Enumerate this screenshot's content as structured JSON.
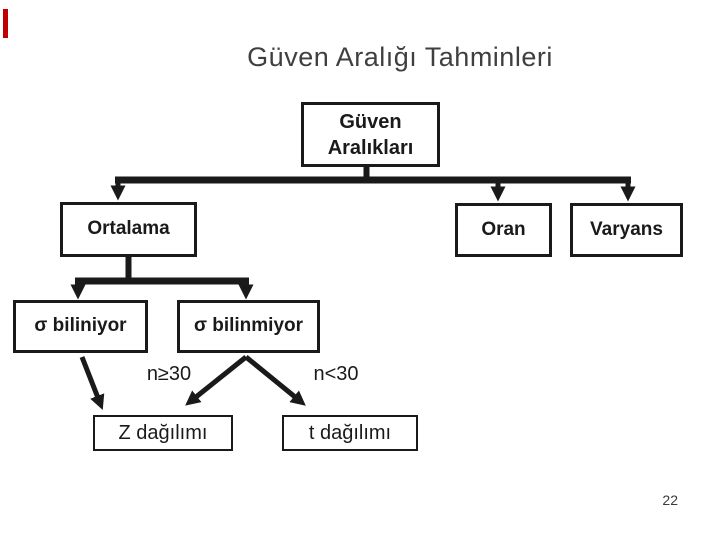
{
  "slide": {
    "title": "Güven Aralığı Tahminleri",
    "page_number": "22"
  },
  "diagram": {
    "root": {
      "line1": "Güven",
      "line2": "Aralıkları"
    },
    "nodes": {
      "ortalama": {
        "label": "Ortalama"
      },
      "oran": {
        "label": "Oran"
      },
      "varyans": {
        "label": "Varyans"
      },
      "sigma_biliniyor": {
        "label": "σ biliniyor"
      },
      "sigma_bilinmiyor": {
        "label": "σ bilinmiyor"
      },
      "z_dagilimi": {
        "label": "Z dağılımı"
      },
      "t_dagilimi": {
        "label": "t dağılımı"
      }
    },
    "conditions": {
      "n_ge_30": {
        "label": "n≥30"
      },
      "n_lt_30": {
        "label": "n<30"
      }
    }
  },
  "colors": {
    "line": "#1a1a1a",
    "title_text": "#3f3f3f",
    "accent": "#c00000"
  }
}
